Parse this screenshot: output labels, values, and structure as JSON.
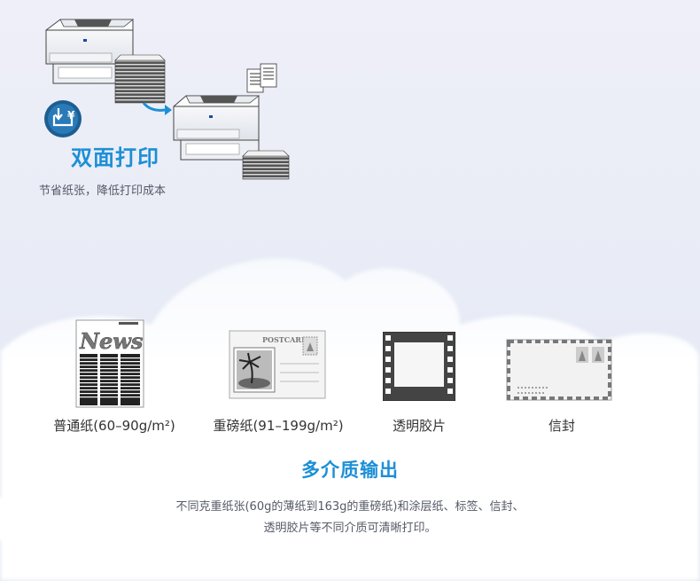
{
  "duplex": {
    "icon": "yen-save-icon",
    "title": "双面打印",
    "subtitle": "节省纸张，降低打印成本"
  },
  "media": {
    "items": [
      {
        "icon": "newspaper-icon",
        "label": "普通纸(60–90g/m²)",
        "art_text": "News"
      },
      {
        "icon": "postcard-icon",
        "label": "重磅纸(91–199g/m²)",
        "art_text": "POSTCARD"
      },
      {
        "icon": "film-icon",
        "label": "透明胶片"
      },
      {
        "icon": "envelope-icon",
        "label": "信封"
      }
    ],
    "title": "多介质输出",
    "description_line1": "不同克重纸张(60g的薄纸到163g的重磅纸)和涂层纸、标签、信封、",
    "description_line2": "透明胶片等不同介质可清晰打印。"
  },
  "colors": {
    "accent": "#1c8fd6",
    "text": "#333333",
    "muted": "#555a66"
  }
}
